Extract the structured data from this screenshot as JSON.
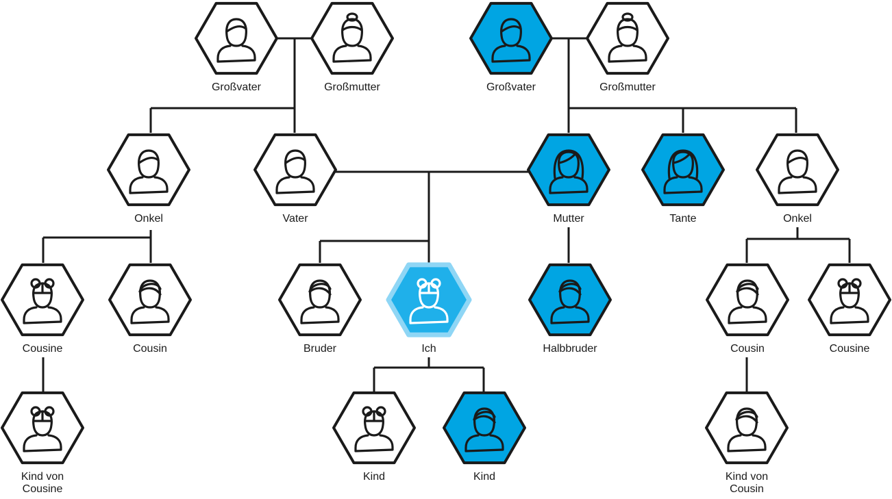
{
  "colors": {
    "line": "#1a1a1a",
    "highlight": "#00a5e3",
    "self_fill": "#1fb0ea",
    "self_ring": "#8fd6f5",
    "plain": "#ffffff"
  },
  "persons": [
    {
      "id": "gv1",
      "label": "Großvater",
      "icon": "man-icon",
      "fill": "plain"
    },
    {
      "id": "gm1",
      "label": "Großmutter",
      "icon": "woman-bun-icon",
      "fill": "plain"
    },
    {
      "id": "gv2",
      "label": "Großvater",
      "icon": "man-icon",
      "fill": "blue"
    },
    {
      "id": "gm2",
      "label": "Großmutter",
      "icon": "woman-bun-icon",
      "fill": "plain"
    },
    {
      "id": "onkel1",
      "label": "Onkel",
      "icon": "man-icon",
      "fill": "plain"
    },
    {
      "id": "vater",
      "label": "Vater",
      "icon": "man-icon",
      "fill": "plain"
    },
    {
      "id": "mutter",
      "label": "Mutter",
      "icon": "woman-bob-icon",
      "fill": "blue"
    },
    {
      "id": "tante",
      "label": "Tante",
      "icon": "woman-bob-icon",
      "fill": "blue"
    },
    {
      "id": "onkel2",
      "label": "Onkel",
      "icon": "man-icon",
      "fill": "plain"
    },
    {
      "id": "cousine1",
      "label": "Cousine",
      "icon": "girl-icon",
      "fill": "plain"
    },
    {
      "id": "cousin1",
      "label": "Cousin",
      "icon": "boy-icon",
      "fill": "plain"
    },
    {
      "id": "bruder",
      "label": "Bruder",
      "icon": "boy-icon",
      "fill": "plain"
    },
    {
      "id": "ich",
      "label": "Ich",
      "icon": "girl-icon",
      "fill": "self"
    },
    {
      "id": "halbbruder",
      "label": "Halbbruder",
      "icon": "boy-icon",
      "fill": "blue"
    },
    {
      "id": "cousin2",
      "label": "Cousin",
      "icon": "boy-icon",
      "fill": "plain"
    },
    {
      "id": "cousine2",
      "label": "Cousine",
      "icon": "girl-icon",
      "fill": "plain"
    },
    {
      "id": "kindvoncousine",
      "label": "Kind von Cousine",
      "icon": "girl-icon",
      "fill": "plain"
    },
    {
      "id": "kind1",
      "label": "Kind",
      "icon": "girl-icon",
      "fill": "plain"
    },
    {
      "id": "kind2",
      "label": "Kind",
      "icon": "boy-icon",
      "fill": "blue"
    },
    {
      "id": "kindvoncousin",
      "label": "Kind von Cousin",
      "icon": "boy-icon",
      "fill": "plain"
    }
  ]
}
